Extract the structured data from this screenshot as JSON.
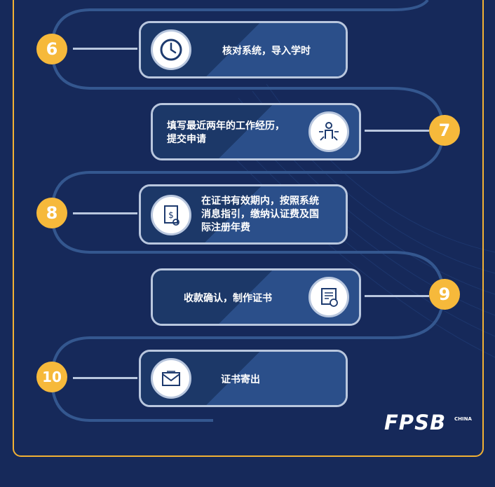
{
  "steps": [
    {
      "number": "6",
      "text": "核对系统，导入学时",
      "icon": "clock-icon"
    },
    {
      "number": "7",
      "text": "填写最近两年的工作经历，\n提交申请",
      "icon": "person-arrows-icon"
    },
    {
      "number": "8",
      "text": "在证书有效期内，按照系统\n消息指引，缴纳认证费及国\n际注册年费",
      "icon": "certificate-dollar-icon"
    },
    {
      "number": "9",
      "text": "收款确认，制作证书",
      "icon": "certificate-seal-icon"
    },
    {
      "number": "10",
      "text": "证书寄出",
      "icon": "envelope-icon"
    }
  ],
  "logo": {
    "text": "FPSB",
    "sub": "CHINA"
  },
  "colors": {
    "background": "#16295a",
    "accent": "#f6b93b",
    "outline": "#b9c7de"
  }
}
